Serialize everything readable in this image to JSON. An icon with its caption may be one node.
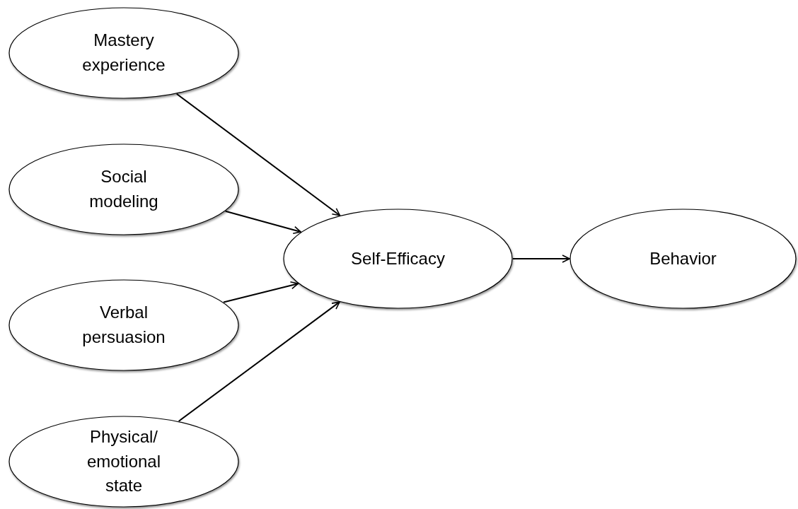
{
  "diagram": {
    "nodes": [
      {
        "text": [
          "Mastery experience"
        ]
      },
      {
        "text": [
          "Social modeling"
        ]
      },
      {
        "text": [
          "Verbal persuasion"
        ]
      },
      {
        "text": [
          "Physical/ emotional state"
        ]
      },
      {
        "text": [
          "Self-Efficacy"
        ]
      },
      {
        "text": [
          "Behavior"
        ]
      }
    ],
    "edges": [
      {
        "from": 0,
        "to": 4,
        "arrow": "to"
      },
      {
        "from": 1,
        "to": 4,
        "arrow": "to"
      },
      {
        "from": 2,
        "to": 4,
        "arrow": "to"
      },
      {
        "from": 3,
        "to": 4,
        "arrow": "to"
      },
      {
        "from": 4,
        "to": 5,
        "arrow": "to"
      }
    ]
  }
}
